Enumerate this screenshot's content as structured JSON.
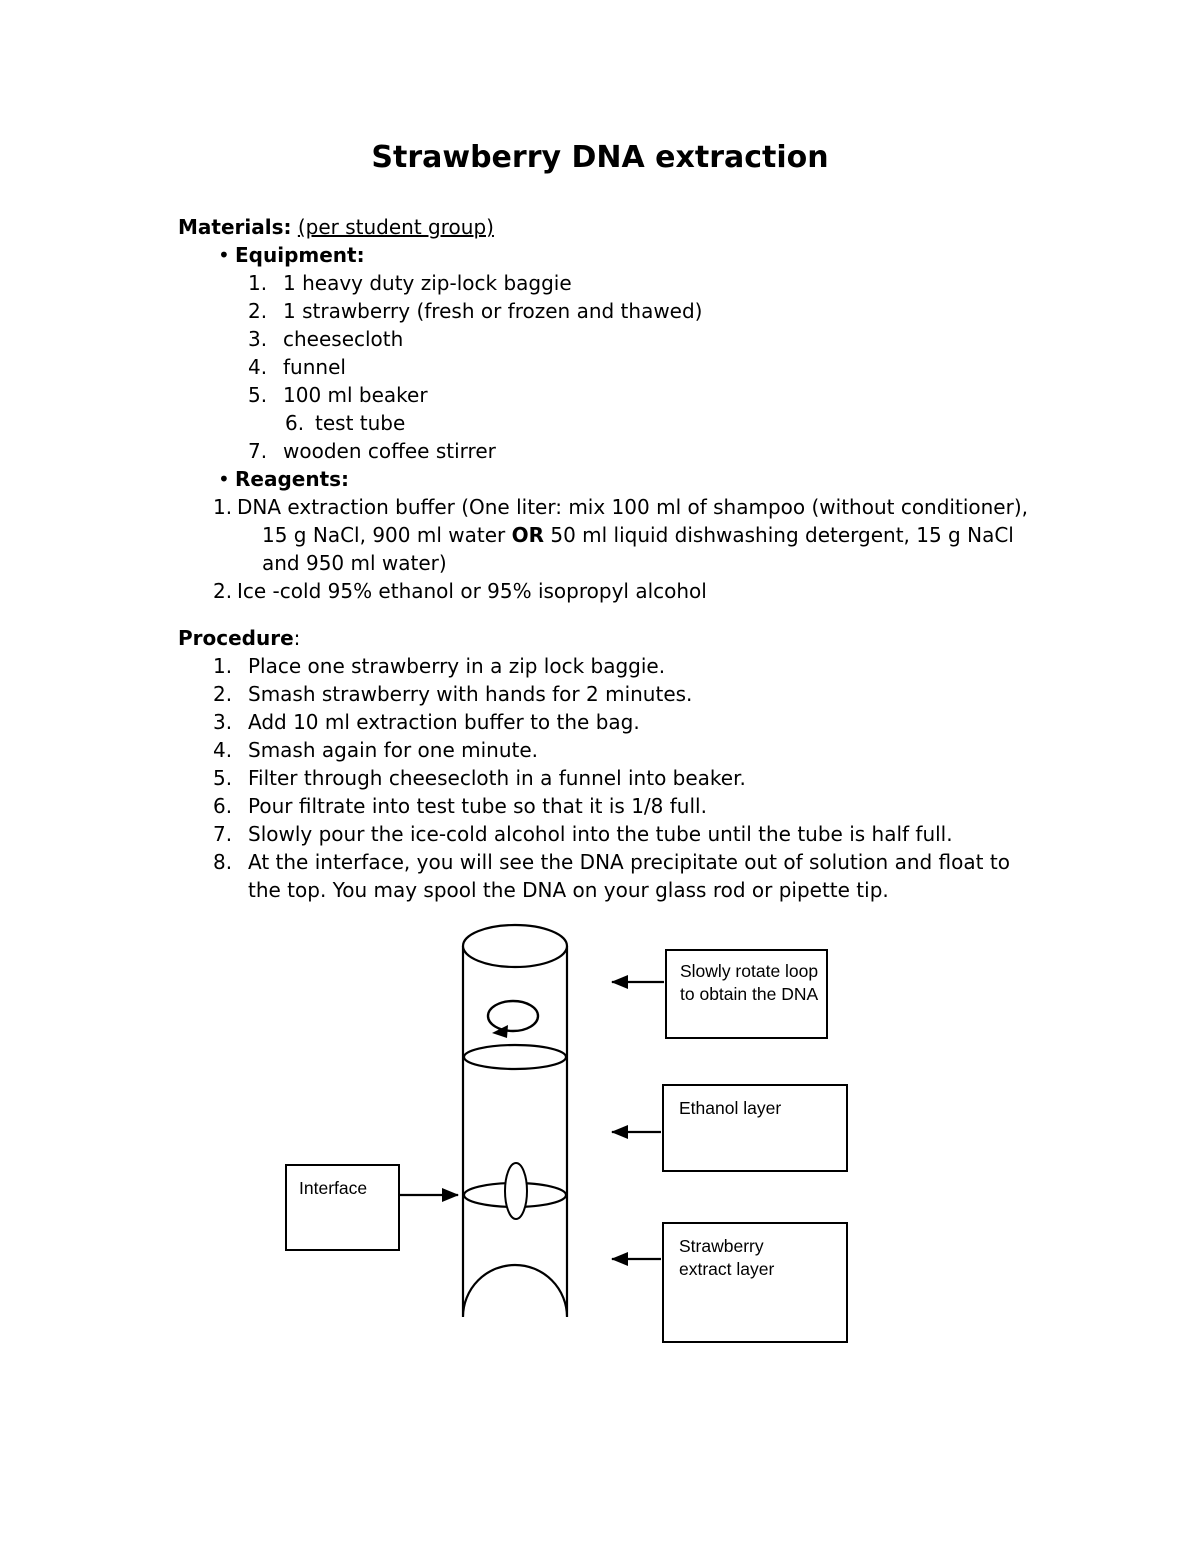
{
  "title": "Strawberry DNA extraction",
  "bullet": "•",
  "materials": {
    "heading": "Materials:",
    "suffix": "(per student group)",
    "equipment": {
      "label": "Equipment:",
      "items": [
        {
          "num": "1.",
          "text": "1 heavy duty zip-lock baggie"
        },
        {
          "num": "2.",
          "text": "1 strawberry (fresh or frozen and thawed)"
        },
        {
          "num": "3.",
          "text": "cheesecloth"
        },
        {
          "num": "4.",
          "text": "funnel"
        },
        {
          "num": "5.",
          "text": "100 ml beaker"
        },
        {
          "num": "6.",
          "text": "test tube"
        },
        {
          "num": "7.",
          "text": "wooden coffee stirrer"
        }
      ]
    },
    "reagents": {
      "label": "Reagents:",
      "item1": {
        "num": "1.",
        "part1": "DNA extraction buffer (One liter: mix 100 ml of shampoo (without conditioner), 15 g NaCl, 900 ml water ",
        "bold": "OR",
        "part2": " 50 ml liquid dishwashing detergent, 15 g NaCl and 950 ml water)"
      },
      "item2": {
        "num": "2.",
        "text": "Ice -cold 95% ethanol or 95% isopropyl alcohol"
      }
    }
  },
  "procedure": {
    "heading": "Procedure",
    "colon": ":",
    "steps": [
      {
        "num": "1.",
        "text": "Place one strawberry in a zip lock baggie."
      },
      {
        "num": "2.",
        "text": "Smash strawberry with hands for 2 minutes."
      },
      {
        "num": "3.",
        "text": "Add 10 ml extraction buffer to the bag."
      },
      {
        "num": "4.",
        "text": "Smash again for one minute."
      },
      {
        "num": "5.",
        "text": "Filter through cheesecloth in a funnel into beaker."
      },
      {
        "num": "6.",
        "text": "Pour filtrate into test tube so that it is 1/8 full."
      },
      {
        "num": "7.",
        "text": "Slowly pour the ice-cold alcohol into the tube until the tube is half full."
      },
      {
        "num": "8.",
        "text": "At the interface, you will see the DNA precipitate out of solution and float to the top. You may spool the DNA on your glass rod or pipette tip."
      }
    ]
  },
  "diagram": {
    "labels": {
      "rotate_line1": "Slowly rotate loop",
      "rotate_line2": "to obtain the DNA",
      "ethanol": "Ethanol layer",
      "interface": "Interface",
      "extract_line1": "Strawberry",
      "extract_line2": "extract layer"
    }
  }
}
